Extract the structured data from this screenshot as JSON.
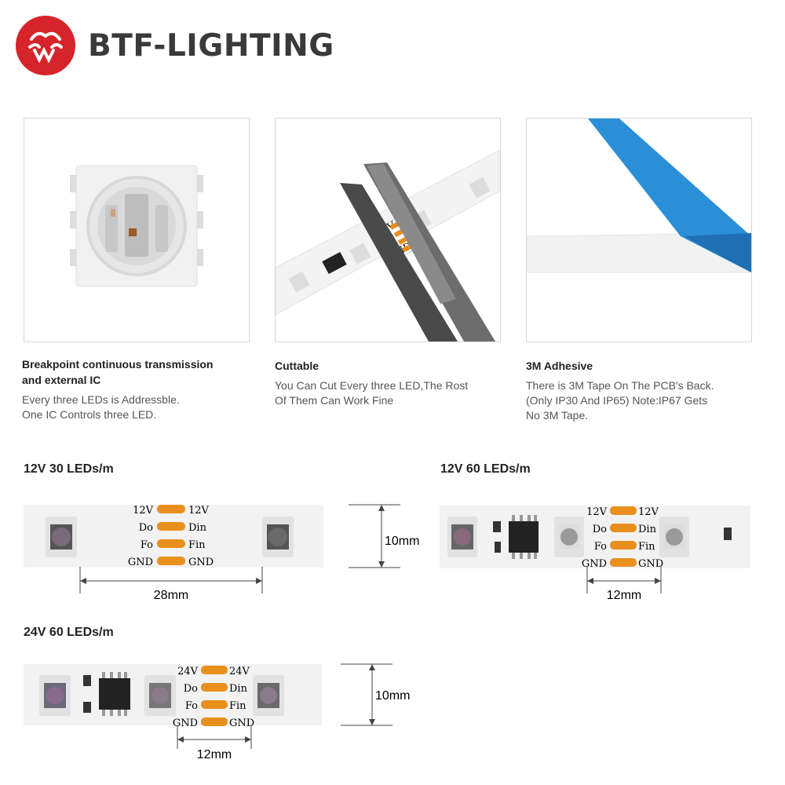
{
  "brand": {
    "name": "BTF-LIGHTING"
  },
  "features": [
    {
      "title_line1": "Breakpoint continuous transmission",
      "title_line2": "and external IC",
      "body_line1": "Every three LEDs is Addressble.",
      "body_line2": "One IC Controls three LED."
    },
    {
      "title_line1": "Cuttable",
      "body_line1": "You Can Cut Every three LED,The Rost",
      "body_line2": "Of Them Can Work Fine"
    },
    {
      "title_line1": "3M Adhesive",
      "body_line1": "There is 3M Tape On The PCB's Back.",
      "body_line2": "(Only IP30 And IP65) Note:IP67 Gets",
      "body_line3": "No 3M Tape."
    }
  ],
  "pads_small": [
    "12V",
    "Do",
    "Fo",
    "GND"
  ],
  "strips": [
    {
      "title": "12V 30 LEDs/m",
      "left_pins": [
        "12V",
        "Do",
        "Fo",
        "GND"
      ],
      "right_pins": [
        "12V",
        "Din",
        "Fin",
        "GND"
      ],
      "length": "28mm",
      "height": "10mm"
    },
    {
      "title": "12V 60 LEDs/m",
      "left_pins": [
        "12V",
        "Do",
        "Fo",
        "GND"
      ],
      "right_pins": [
        "12V",
        "Din",
        "Fin",
        "GND"
      ],
      "length": "12mm"
    },
    {
      "title": "24V 60 LEDs/m",
      "left_pins": [
        "24V",
        "Do",
        "Fo",
        "GND"
      ],
      "right_pins": [
        "24V",
        "Din",
        "Fin",
        "GND"
      ],
      "length": "12mm",
      "height": "10mm"
    }
  ],
  "colors": {
    "logo_red": "#d6252a",
    "pad_orange": "#e8901e",
    "tape_blue": "#2b8fd8",
    "text_dark": "#222222"
  }
}
